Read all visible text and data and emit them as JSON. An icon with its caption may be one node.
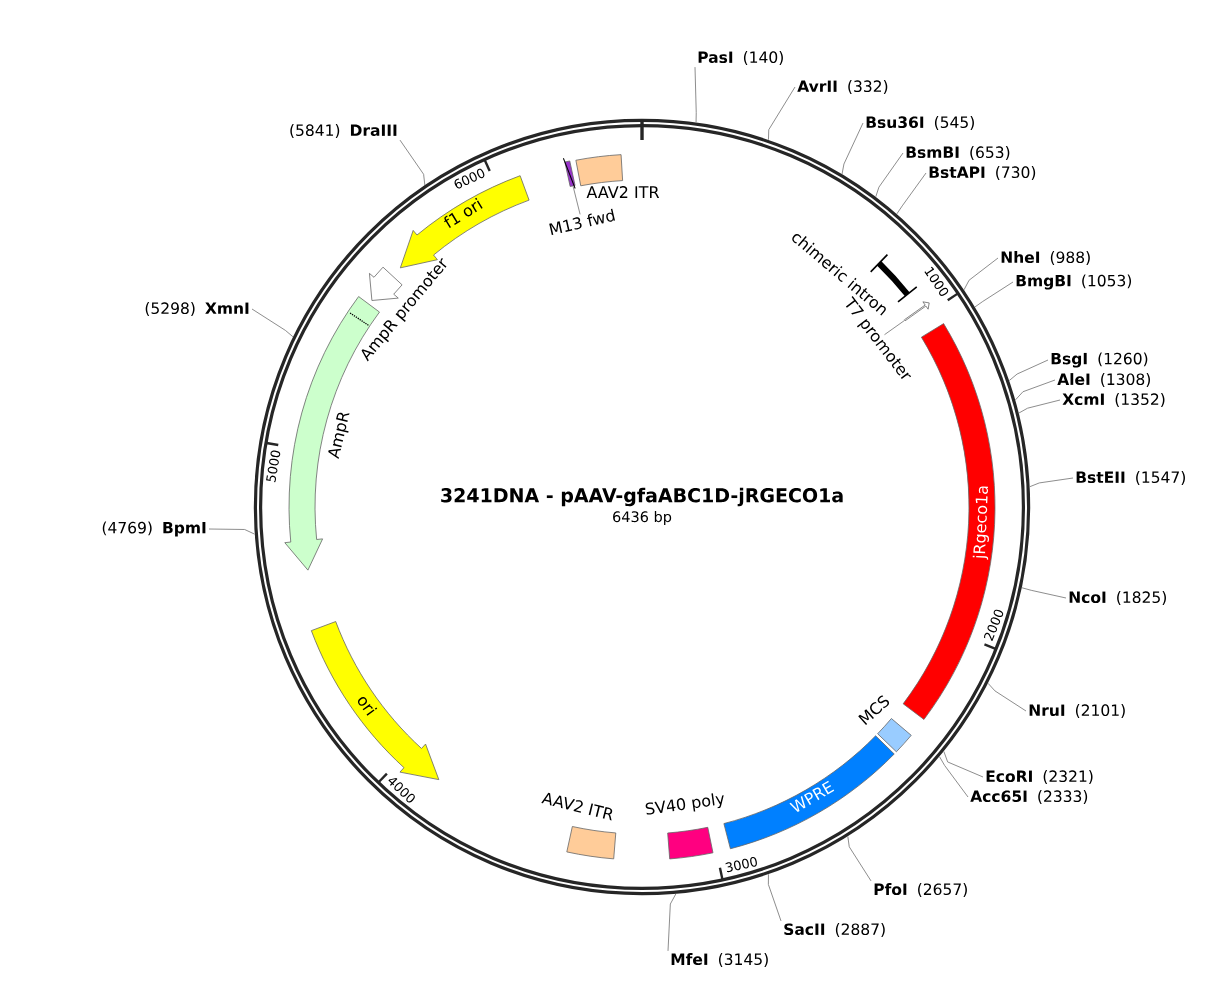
{
  "diagram": {
    "nodes": [
      {
        "text": [
          "3241DNA - pAAV-gfaABC1D-jRGECO1a",
          "6436 bp"
        ]
      },
      {
        "text": [
          "AAV2 ITR"
        ],
        "in": 0
      },
      {
        "text": [],
        "shape": "bar",
        "in": 0
      },
      {
        "text": [
          "M13 fwd"
        ],
        "in": 0
      },
      {
        "text": [
          "f1 ori"
        ],
        "in": 0
      },
      {
        "text": [
          "AmpR promoter"
        ],
        "in": 0
      },
      {
        "text": [
          "AmpR"
        ],
        "in": 0
      },
      {
        "text": [
          "ori"
        ],
        "in": 0
      },
      {
        "text": [
          "AAV2 ITR"
        ],
        "in": 0
      },
      {
        "text": [
          "SV40 poly"
        ],
        "in": 0
      },
      {
        "text": [
          "WPRE"
        ],
        "in": 0
      },
      {
        "text": [
          "MCS"
        ],
        "in": 0
      },
      {
        "text": [
          "jRgeco1a"
        ],
        "in": 0
      },
      {
        "text": [
          "chimeric intron"
        ],
        "in": 0
      },
      {
        "text": [],
        "shape": "arrow",
        "in": 0
      },
      {
        "text": [
          "T7 promoter"
        ],
        "in": 0
      },
      {
        "text": [
          "**PasI** (140)"
        ]
      },
      {
        "text": [
          "**AvrII** (332)"
        ]
      },
      {
        "text": [
          "**Bsu36I** (545)"
        ]
      },
      {
        "text": [
          "**BsmBI** (653)"
        ]
      },
      {
        "text": [
          "**BstAPI** (730)"
        ]
      },
      {
        "text": [
          "**NheI** (988)"
        ]
      },
      {
        "text": [
          "**BmgBI** (1053)"
        ]
      },
      {
        "text": [
          "**BsgI** (1260)"
        ]
      },
      {
        "text": [
          "**AleI** (1308)"
        ]
      },
      {
        "text": [
          "**XcmI** (1352)"
        ]
      },
      {
        "text": [
          "**BstEII** (1547)"
        ]
      },
      {
        "text": [
          "**NcoI** (1825)"
        ]
      },
      {
        "text": [
          "**NruI** (2101)"
        ]
      },
      {
        "text": [
          "**EcoRI** (2321)"
        ]
      },
      {
        "text": [
          "**Acc65I** (2333)"
        ]
      },
      {
        "text": [
          "**PfoI** (2657)"
        ]
      },
      {
        "text": [
          "**SacII** (2887)"
        ]
      },
      {
        "text": [
          "**MfeI** (3145)"
        ]
      },
      {
        "text": [
          "(4769) **BpmI**"
        ]
      },
      {
        "text": [
          "(5298) **XmnI**"
        ]
      },
      {
        "text": [
          "(5841) **DraIII**"
        ]
      }
    ],
    "edges": [
      {
        "from": 16,
        "to": 0,
        "arrow": "none"
      },
      {
        "from": 17,
        "to": 0,
        "arrow": "none"
      },
      {
        "from": 18,
        "to": 0,
        "arrow": "none"
      },
      {
        "from": 19,
        "to": 0,
        "arrow": "none"
      },
      {
        "from": 20,
        "to": 0,
        "arrow": "none"
      },
      {
        "from": 21,
        "to": 0,
        "arrow": "none"
      },
      {
        "from": 22,
        "to": 0,
        "arrow": "none"
      },
      {
        "from": 23,
        "to": 0,
        "arrow": "none"
      },
      {
        "from": 24,
        "to": 0,
        "arrow": "none"
      },
      {
        "from": 25,
        "to": 0,
        "arrow": "none"
      },
      {
        "from": 26,
        "to": 0,
        "arrow": "none"
      },
      {
        "from": 27,
        "to": 0,
        "arrow": "none"
      },
      {
        "from": 28,
        "to": 0,
        "arrow": "none"
      },
      {
        "from": 29,
        "to": 0,
        "arrow": "none"
      },
      {
        "from": 30,
        "to": 0,
        "arrow": "none"
      },
      {
        "from": 31,
        "to": 0,
        "arrow": "none"
      },
      {
        "from": 32,
        "to": 0,
        "arrow": "none"
      },
      {
        "from": 33,
        "to": 0,
        "arrow": "none"
      },
      {
        "from": 34,
        "to": 0,
        "arrow": "none"
      },
      {
        "from": 35,
        "to": 0,
        "arrow": "none"
      },
      {
        "from": 36,
        "to": 0,
        "arrow": "none"
      },
      {
        "from": 3,
        "to": 2,
        "arrow": "none"
      },
      {
        "from": 15,
        "to": 14,
        "arrow": "none"
      }
    ],
    "labels": [
      "1000",
      "2000",
      "3000",
      "4000",
      "5000",
      "6000"
    ]
  }
}
